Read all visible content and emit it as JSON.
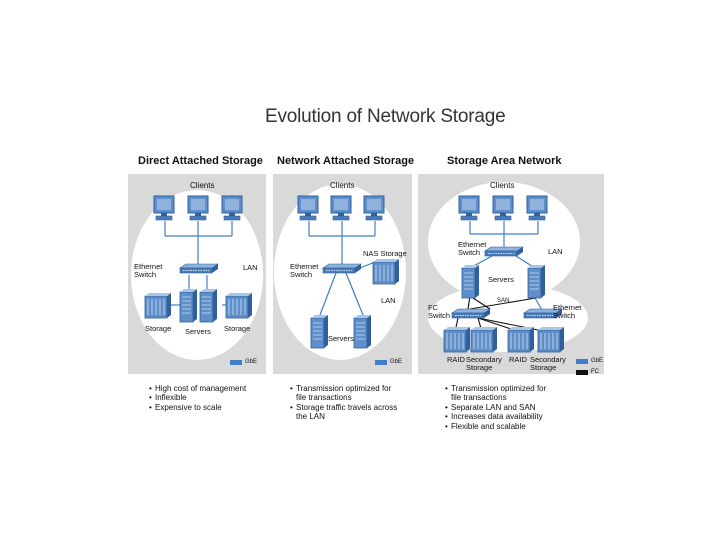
{
  "title": "Evolution of Network Storage",
  "das": {
    "heading": "Direct Attached Storage",
    "clients": "Clients",
    "switch": "Ethernet\nSwitch",
    "lan": "LAN",
    "storage_left": "Storage",
    "servers": "Servers",
    "storage_right": "Storage",
    "legend": "GbE",
    "bullets": [
      "High cost of management",
      "Inflexible",
      "Expensive to scale"
    ]
  },
  "nas": {
    "heading": "Network Attached Storage",
    "clients": "Clients",
    "switch": "Ethernet\nSwitch",
    "nas_storage": "NAS Storage",
    "lan": "LAN",
    "servers": "Servers",
    "legend": "GbE",
    "bullets": [
      "Transmission optimized for\nfile transactions",
      "Storage traffic travels across\nthe LAN"
    ]
  },
  "san": {
    "heading": "Storage Area Network",
    "clients": "Clients",
    "switch": "Ethernet\nSwitch",
    "lan": "LAN",
    "servers": "Servers",
    "san": "SAN",
    "fc_switch": "FC\nSwitch",
    "eth_switch2": "Ethernet\nSwitch",
    "raid1": "RAID",
    "secondary1": "Secondary\nStorage",
    "raid2": "RAID",
    "secondary2": "Secondary\nStorage",
    "legend_gbe": "GbE",
    "legend_fc": "FC",
    "bullets": [
      "Transmission optimized for\nfile transactions",
      "Separate LAN and SAN",
      "Increases data availability",
      "Flexible and scalable"
    ]
  },
  "colors": {
    "panel": "#d9d9d9",
    "device": "#5f8fc8",
    "device_dark": "#2f5f9c",
    "gbe": "#3f7ec9",
    "fc": "#111111"
  }
}
